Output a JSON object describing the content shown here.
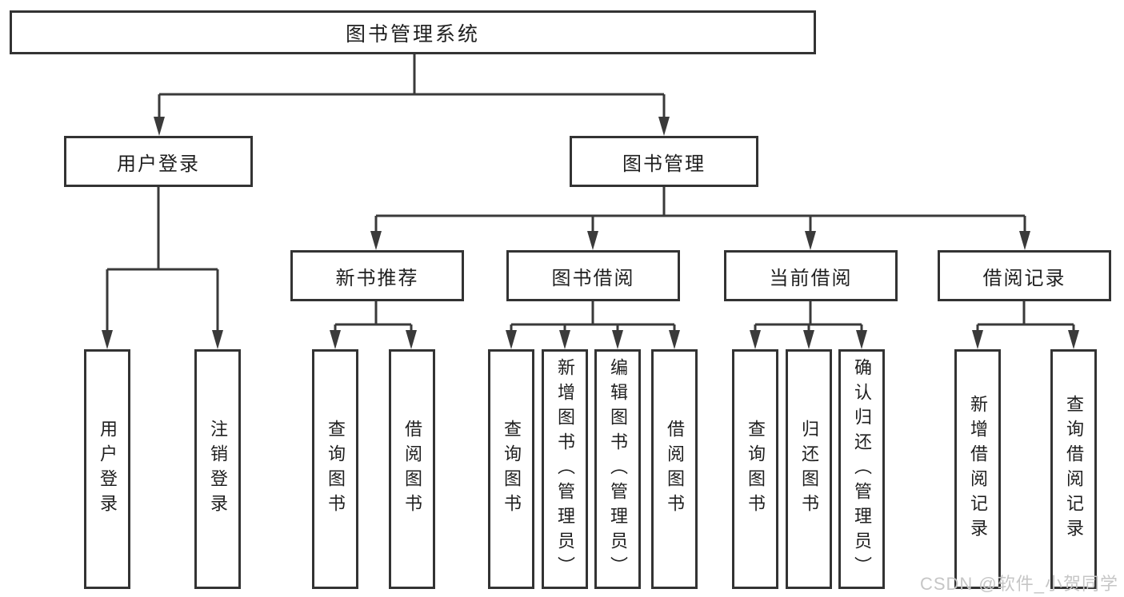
{
  "root": {
    "label": "图书管理系统"
  },
  "level1": [
    {
      "label": "用户登录"
    },
    {
      "label": "图书管理"
    }
  ],
  "level2": [
    {
      "label": "新书推荐"
    },
    {
      "label": "图书借阅"
    },
    {
      "label": "当前借阅"
    },
    {
      "label": "借阅记录"
    }
  ],
  "leaves": {
    "user_login": [
      {
        "label": "用户登录"
      },
      {
        "label": "注销登录"
      }
    ],
    "new_book": [
      {
        "label": "查询图书"
      },
      {
        "label": "借阅图书"
      }
    ],
    "book_borrow": [
      {
        "label": "查询图书"
      },
      {
        "label": "新增图书（管理员）"
      },
      {
        "label": "编辑图书（管理员）"
      },
      {
        "label": "借阅图书"
      }
    ],
    "current_borrow": [
      {
        "label": "查询图书"
      },
      {
        "label": "归还图书"
      },
      {
        "label": "确认归还（管理员）"
      }
    ],
    "borrow_records": [
      {
        "label": "新增借阅记录"
      },
      {
        "label": "查询借阅记录"
      }
    ]
  },
  "watermark": {
    "text": "CSDN @软件_小贺同学"
  },
  "colors": {
    "line": "#3a3a3a",
    "box_border": "#333333",
    "text": "#1f1f1f",
    "watermark": "#c6c6c6",
    "background": "#ffffff"
  }
}
